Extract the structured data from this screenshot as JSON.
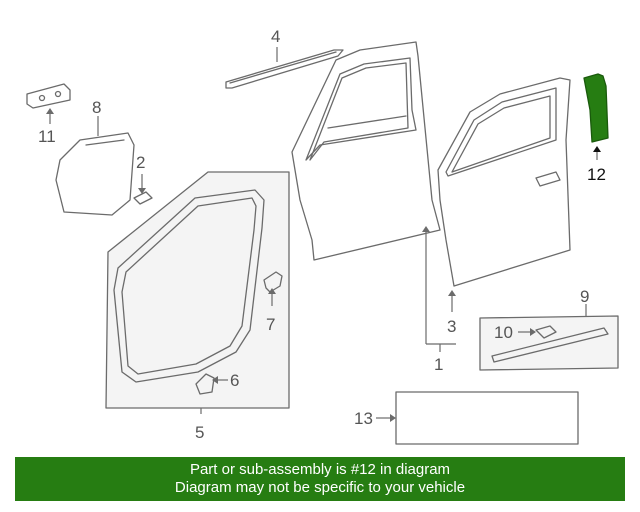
{
  "callouts": {
    "c1": "1",
    "c2": "2",
    "c3": "3",
    "c4": "4",
    "c5": "5",
    "c6": "6",
    "c7": "7",
    "c8": "8",
    "c9": "9",
    "c10": "10",
    "c11": "11",
    "c12": "12",
    "c13": "13"
  },
  "highlight_color": "#267d12",
  "banner": {
    "line1": "Part or sub-assembly is #12 in diagram",
    "line2": "Diagram may not be specific to your vehicle"
  }
}
